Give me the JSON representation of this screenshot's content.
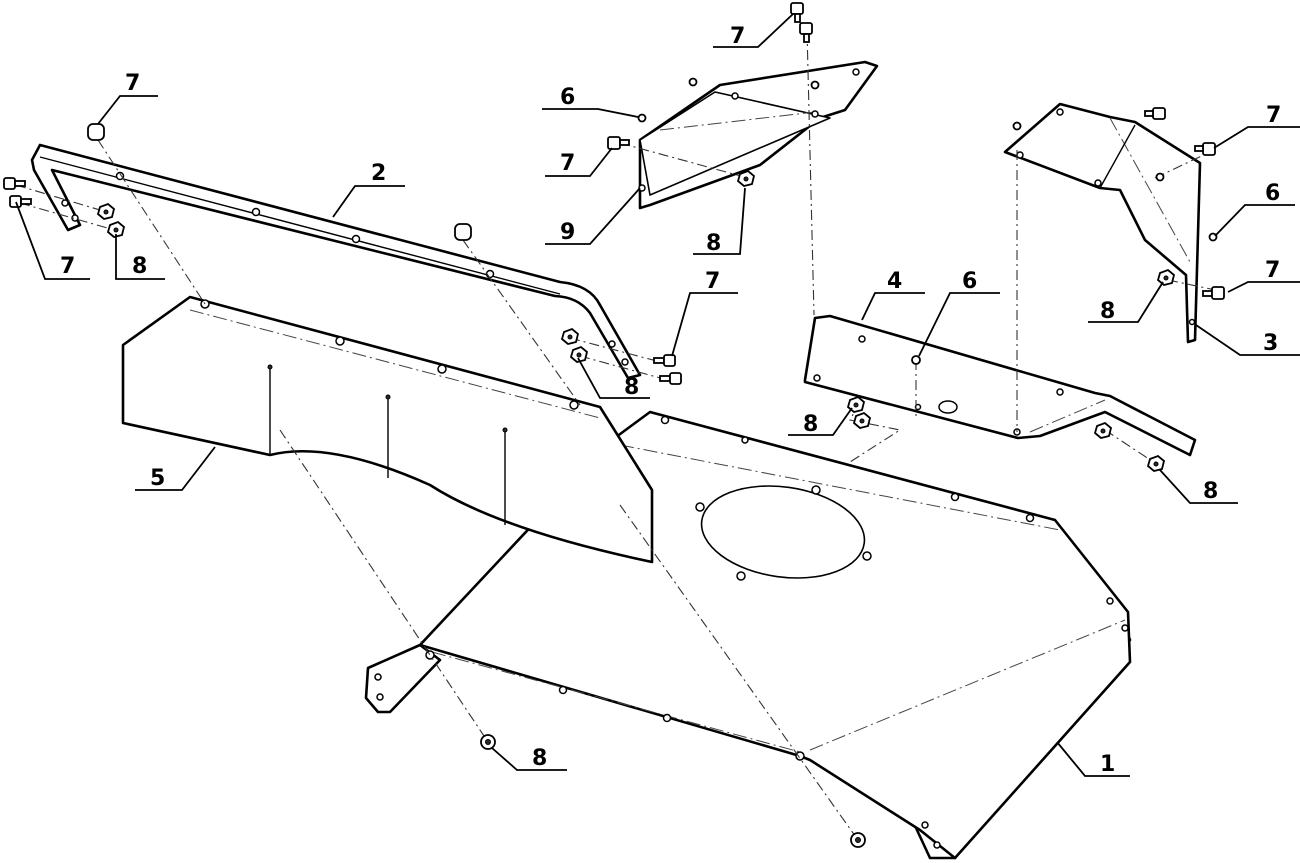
{
  "callouts": {
    "c7a": "7",
    "c7b": "7",
    "c7c": "7",
    "c7d": "7",
    "c7e": "7",
    "c7f": "7",
    "c7g": "7",
    "c8a": "8",
    "c8b": "8",
    "c8c": "8",
    "c8d": "8",
    "c8e": "8",
    "c8f": "8",
    "c8g": "8",
    "c6a": "6",
    "c6b": "6",
    "c6c": "6",
    "c2": "2",
    "c5": "5",
    "c9": "9",
    "c4": "4",
    "c3": "3",
    "c1": "1"
  }
}
